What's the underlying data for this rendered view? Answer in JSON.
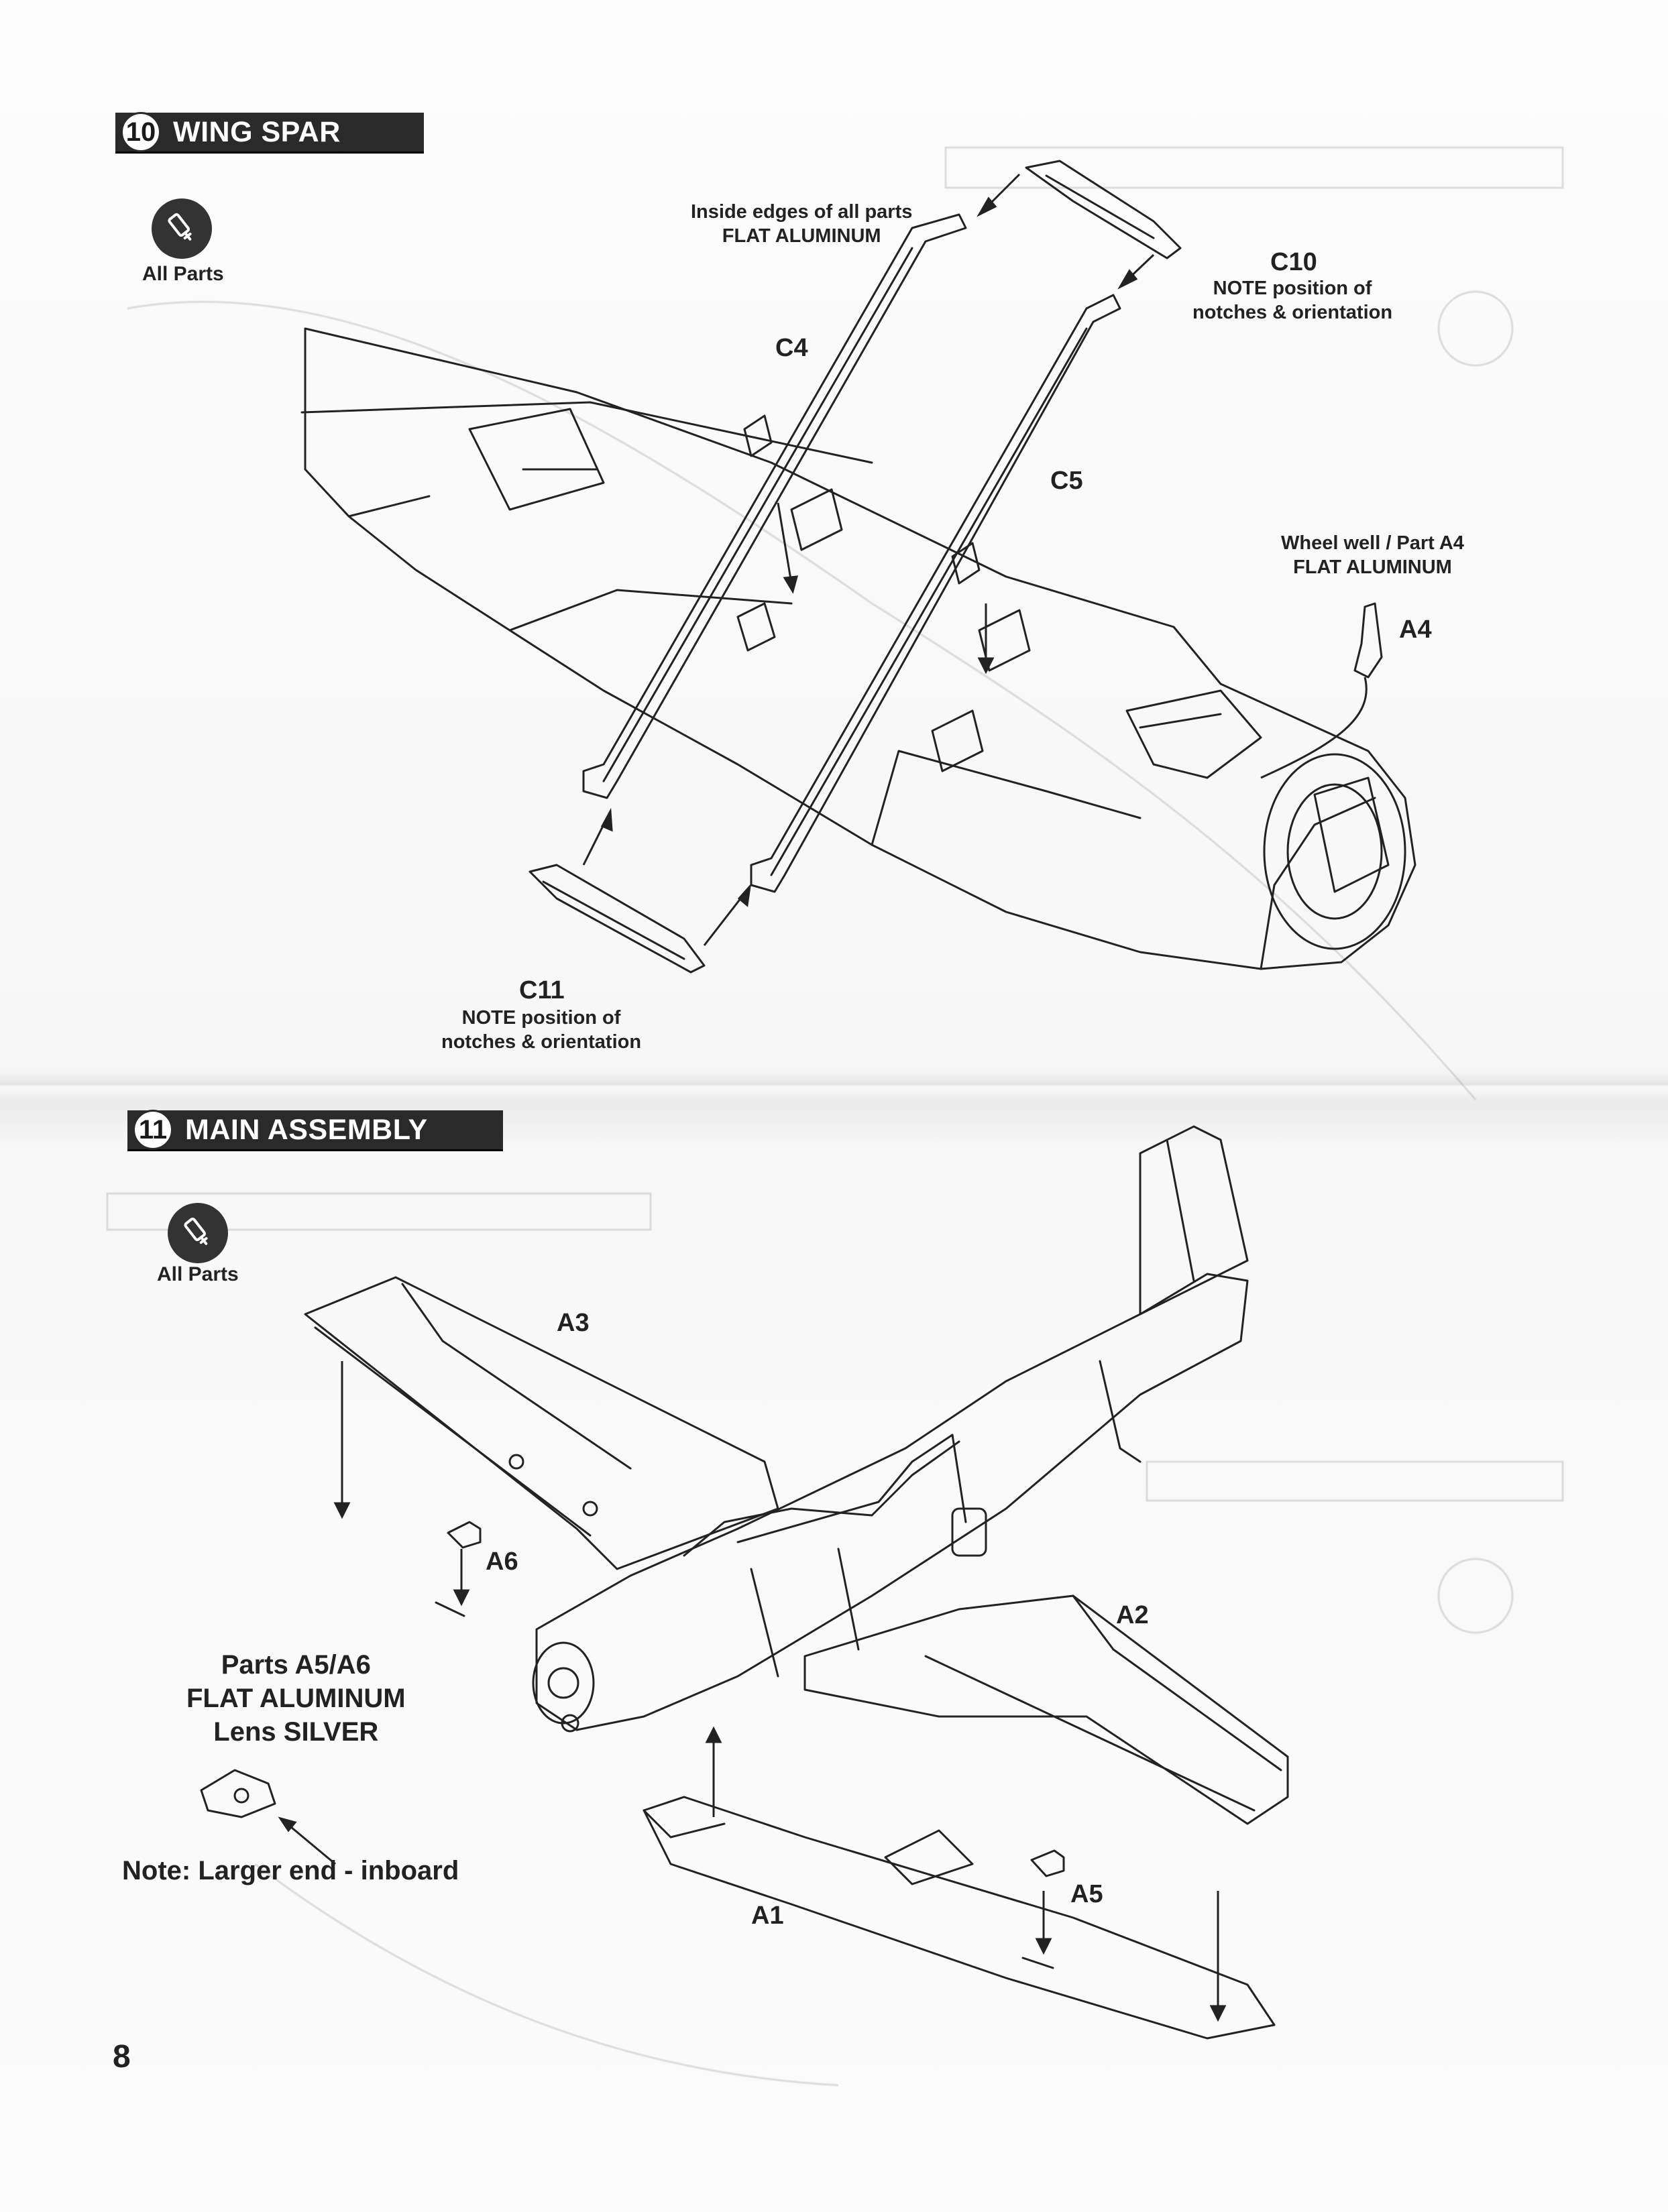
{
  "page_number": "8",
  "steps": [
    {
      "number": "10",
      "title": "WING SPAR",
      "glue_label": "All Parts",
      "labels": {
        "inside_edges": [
          "Inside edges of all parts",
          "FLAT ALUMINUM"
        ],
        "C10": "C10",
        "C10_note": [
          "NOTE position of",
          "notches & orientation"
        ],
        "C4": "C4",
        "C5": "C5",
        "wheel_well": [
          "Wheel well / Part A4",
          "FLAT ALUMINUM"
        ],
        "A4": "A4",
        "C11": "C11",
        "C11_note": [
          "NOTE position of",
          "notches & orientation"
        ]
      }
    },
    {
      "number": "11",
      "title": "MAIN ASSEMBLY",
      "glue_label": "All Parts",
      "labels": {
        "A3": "A3",
        "A6": "A6",
        "A2": "A2",
        "A1": "A1",
        "A5": "A5",
        "parts_note": [
          "Parts A5/A6",
          "FLAT ALUMINUM",
          "Lens SILVER"
        ],
        "larger_end": "Note: Larger end - inboard"
      }
    }
  ],
  "icons": {
    "glue": "glue-tube-icon"
  }
}
